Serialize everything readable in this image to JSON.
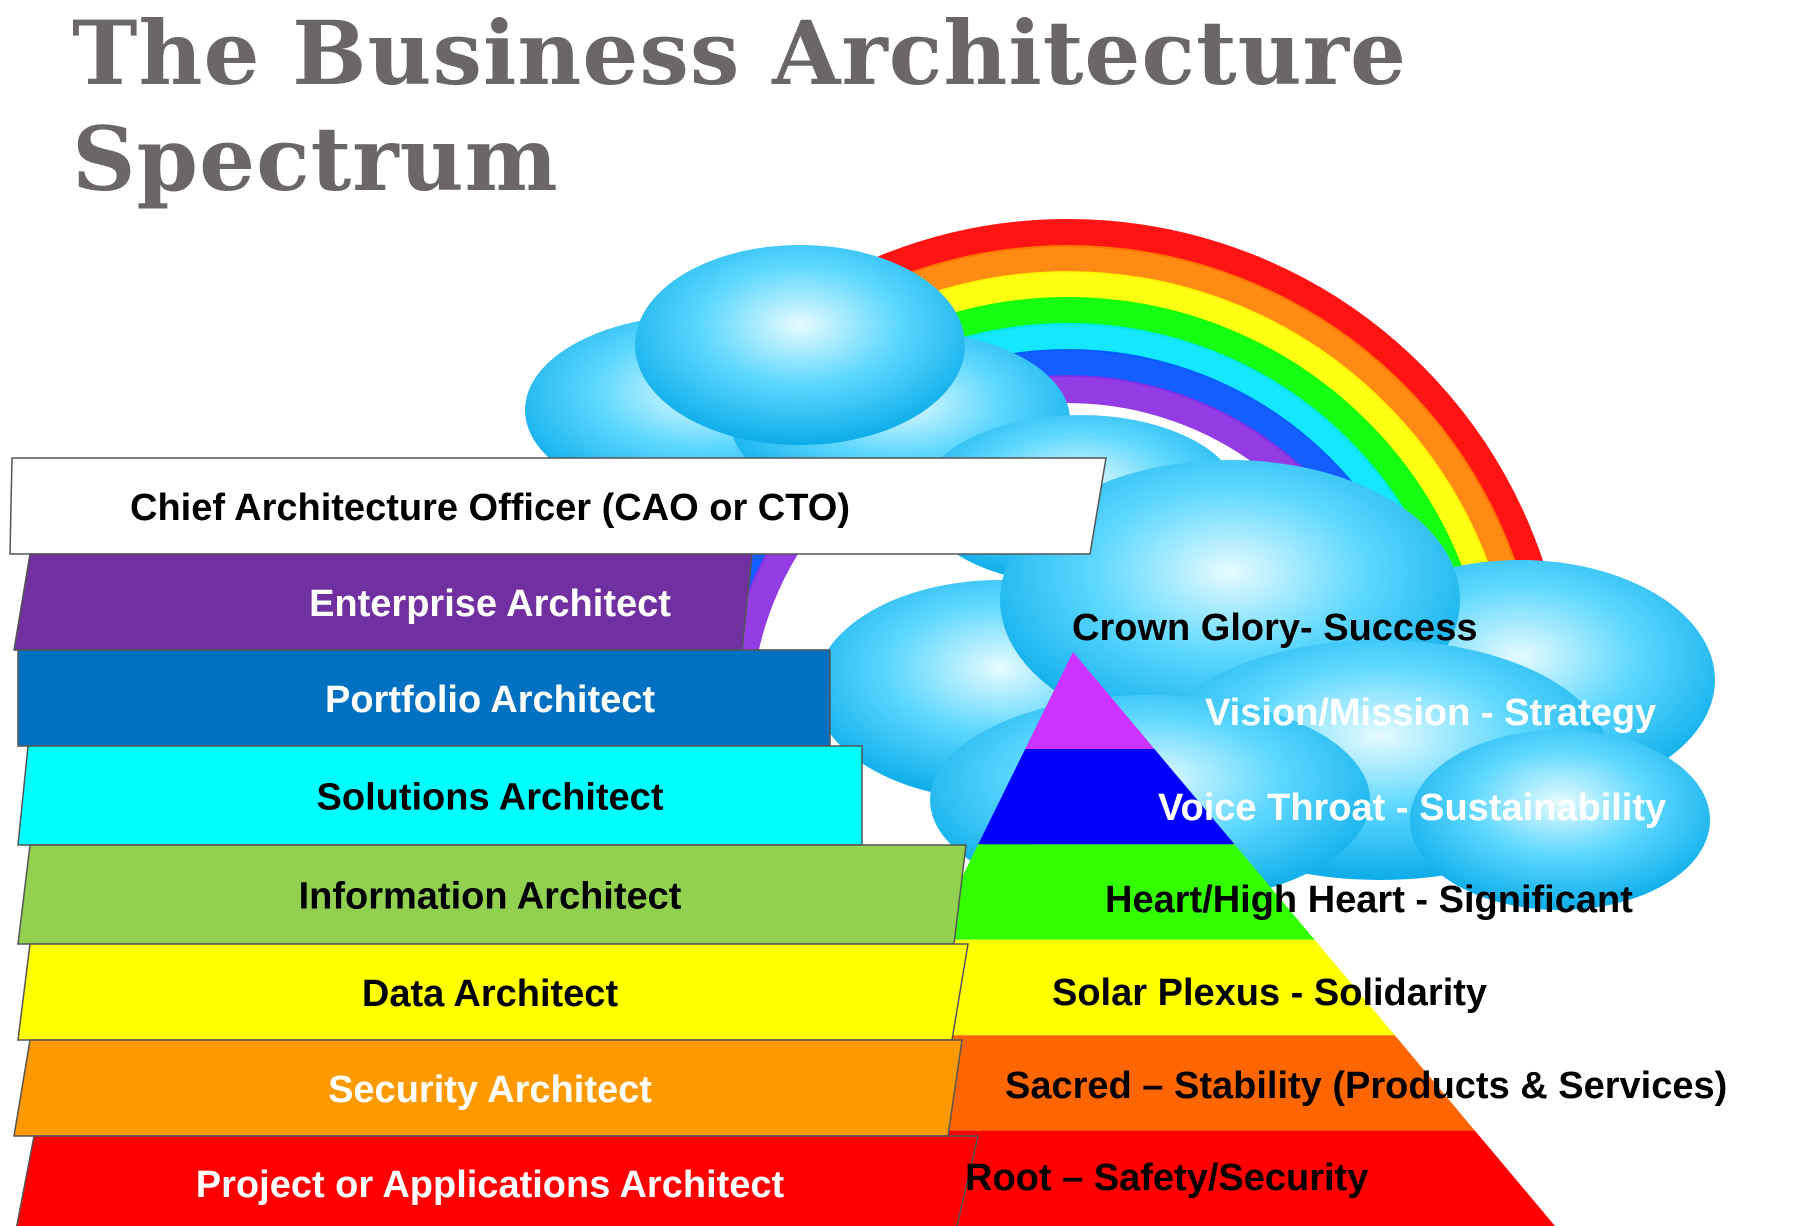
{
  "title": "The Business Architecture Spectrum",
  "layers": [
    {
      "label": "Chief Architecture Officer (CAO or CTO)",
      "fill": "#ffffff",
      "text_color": "#000000"
    },
    {
      "label": "Enterprise Architect",
      "fill": "#7030a0",
      "text_color": "#ffffff"
    },
    {
      "label": "Portfolio Architect",
      "fill": "#0070c0",
      "text_color": "#ffffff"
    },
    {
      "label": "Solutions Architect",
      "fill": "#00ffff",
      "text_color": "#000000"
    },
    {
      "label": "Information Architect",
      "fill": "#92d050",
      "text_color": "#000000"
    },
    {
      "label": "Data Architect",
      "fill": "#ffff00",
      "text_color": "#000000"
    },
    {
      "label": "Security Architect",
      "fill": "#ff9900",
      "text_color": "#ffffff"
    },
    {
      "label": "Project or Applications Architect",
      "fill": "#ff0000",
      "text_color": "#ffffff"
    }
  ],
  "pyramid": {
    "crown_label": "Crown Glory- Success",
    "levels": [
      {
        "label": "Vision/Mission - Strategy",
        "fill": "#cc33ff",
        "text_color": "#ffffff"
      },
      {
        "label": "Voice Throat - Sustainability",
        "fill": "#0000ff",
        "text_color": "#ffffff"
      },
      {
        "label": "Heart/High Heart - Significant",
        "fill": "#33ff00",
        "text_color": "#000000"
      },
      {
        "label": "Solar  Plexus - Solidarity",
        "fill": "#ffff00",
        "text_color": "#000000"
      },
      {
        "label": "Sacred – Stability (Products & Services)",
        "fill": "#ff6600",
        "text_color": "#000000"
      },
      {
        "label": "Root – Safety/Security",
        "fill": "#ff0000",
        "text_color": "#000000"
      }
    ]
  },
  "rainbow_colors": [
    "#ff0000",
    "#ff8000",
    "#ffff00",
    "#00ff00",
    "#00e5ff",
    "#0050ff",
    "#8a2be2"
  ],
  "cloud_color": "#19c7ff"
}
